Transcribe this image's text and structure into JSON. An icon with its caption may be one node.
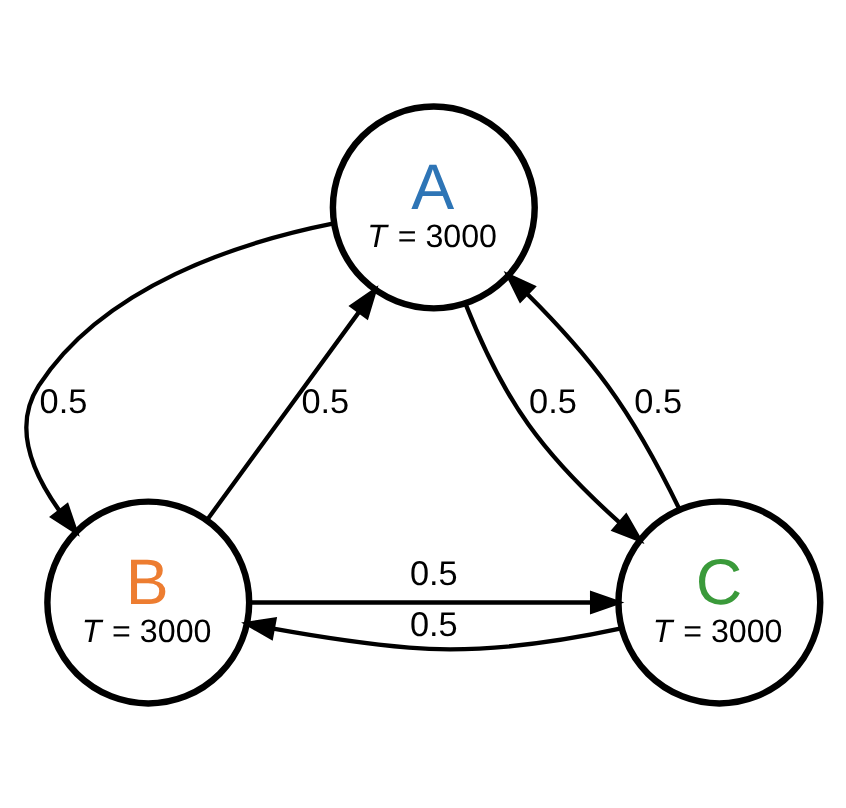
{
  "diagram": {
    "nodes": [
      {
        "text": [
          "A",
          "*T* = 3000"
        ]
      },
      {
        "text": [
          "B",
          "*T* = 3000"
        ]
      },
      {
        "text": [
          "C",
          "*T* = 3000"
        ]
      }
    ],
    "edges": [
      {
        "from": 0,
        "to": 2,
        "arrow": "to",
        "label": "0.5"
      },
      {
        "from": 2,
        "to": 0,
        "arrow": "to",
        "label": "0.5"
      },
      {
        "from": 0,
        "to": 1,
        "arrow": "to",
        "label": "0.5"
      },
      {
        "from": 1,
        "to": 0,
        "arrow": "to",
        "label": "0.5"
      },
      {
        "from": 1,
        "to": 2,
        "arrow": "to",
        "label": "0.5"
      },
      {
        "from": 2,
        "to": 1,
        "arrow": "to",
        "label": "0.5"
      }
    ]
  }
}
